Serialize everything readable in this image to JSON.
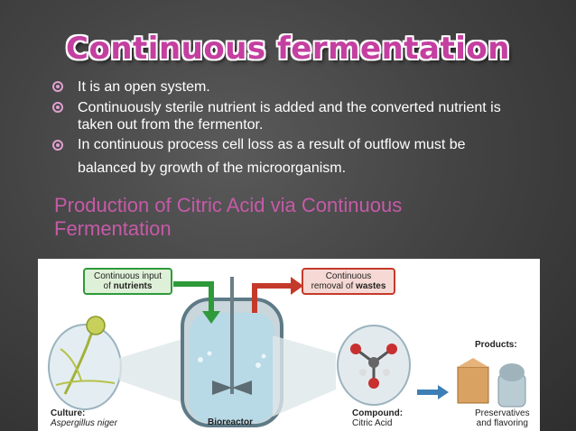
{
  "title": "Continuous fermentation",
  "bullets": [
    "It is an open system.",
    "Continuously sterile nutrient is added and  the converted nutrient is taken out  from the fermentor.",
    "In continuous process cell loss as a result of outflow must be balanced by growth of the microorganism."
  ],
  "subheading": "Production of Citric Acid via Continuous Fermentation",
  "figure": {
    "input_box": {
      "line1": "Continuous input",
      "line2_prefix": "of ",
      "line2_bold": "nutrients"
    },
    "output_box": {
      "line1": "Continuous",
      "line2_prefix": "removal of ",
      "line2_bold": "wastes"
    },
    "culture": {
      "heading": "Culture:",
      "organism": "Aspergillus niger"
    },
    "bioreactor_label": "Bioreactor",
    "compound": {
      "heading": "Compound:",
      "name": "Citric Acid"
    },
    "products": {
      "heading": "Products:",
      "line1": "Preservatives",
      "line2": "and flavoring"
    },
    "colors": {
      "input_green": "#2e9a3a",
      "output_red": "#c43a2a",
      "title_magenta": "#c43fa0"
    }
  }
}
